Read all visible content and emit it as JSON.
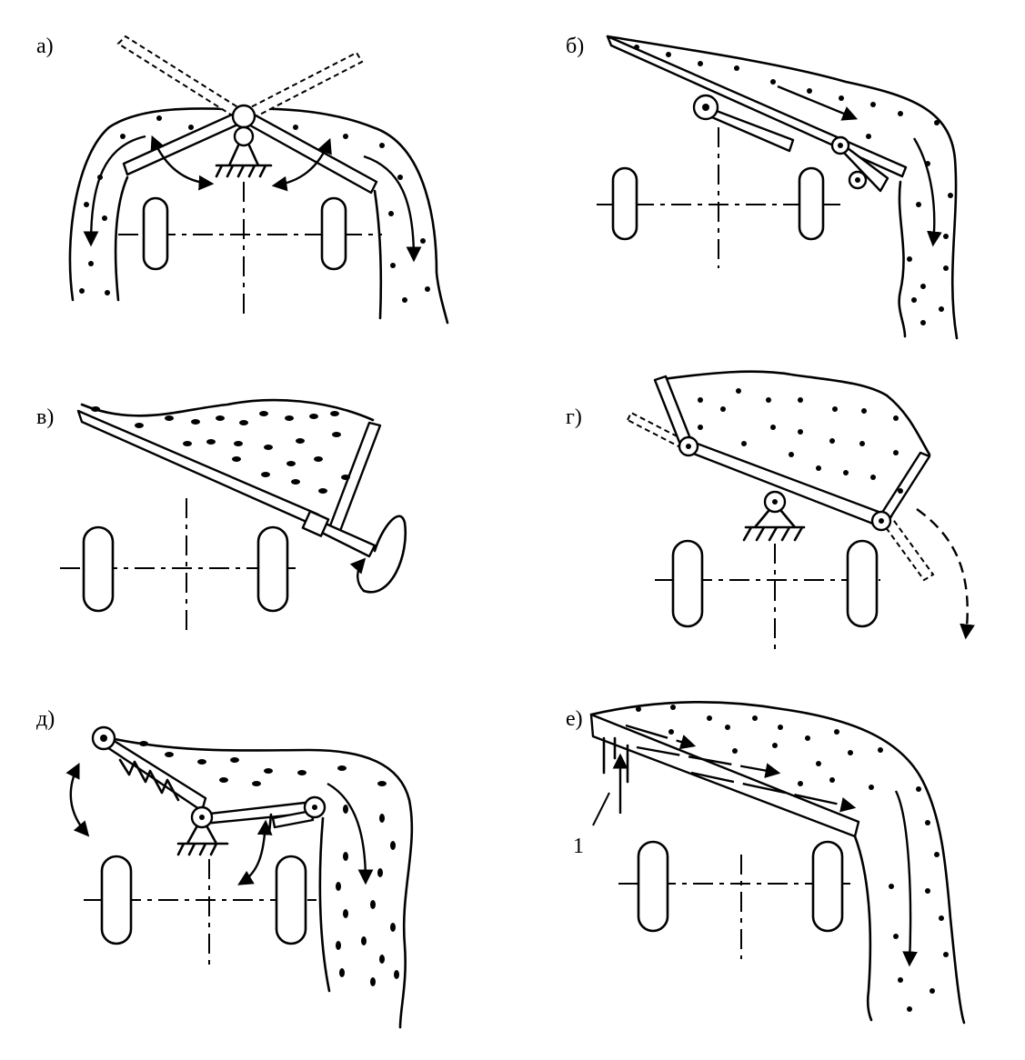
{
  "panels": [
    {
      "id": "a",
      "label": "а)"
    },
    {
      "id": "b",
      "label": "б)"
    },
    {
      "id": "v",
      "label": "в)"
    },
    {
      "id": "g",
      "label": "г)"
    },
    {
      "id": "d",
      "label": "д)"
    },
    {
      "id": "e",
      "label": "е)",
      "callout": "1"
    }
  ]
}
